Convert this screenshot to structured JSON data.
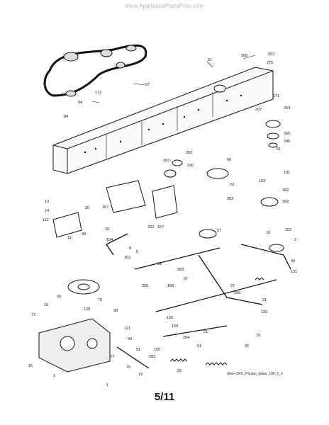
{
  "header": {
    "watermark": "www.AppliancePartsPros.com"
  },
  "diagram": {
    "file_label": "drive-CRC_Poulan_Ipitas_100_1_rl",
    "callouts": [
      "57",
      "172",
      "94",
      "84",
      "51",
      "268",
      "263",
      "275",
      "171",
      "207",
      "264",
      "265",
      "206",
      "51",
      "262",
      "66",
      "296",
      "263",
      "191",
      "163",
      "182",
      "192",
      "51",
      "203",
      "57",
      "202",
      "157",
      "167",
      "13",
      "14",
      "112",
      "11",
      "20",
      "98",
      "10",
      "104",
      "10",
      "152",
      "3",
      "8",
      "163",
      "5",
      "51",
      "283",
      "97",
      "27",
      "295",
      "158",
      "1",
      "21",
      "26",
      "51",
      "93",
      "16",
      "120",
      "38",
      "70",
      "121",
      "77",
      "43",
      "51",
      "283",
      "79",
      "79",
      "77",
      "15",
      "21",
      "1",
      "156",
      "160",
      "254",
      "155",
      "51",
      "49",
      "131",
      "259",
      "120",
      "25"
    ]
  },
  "footer": {
    "page_number": "5/11"
  }
}
